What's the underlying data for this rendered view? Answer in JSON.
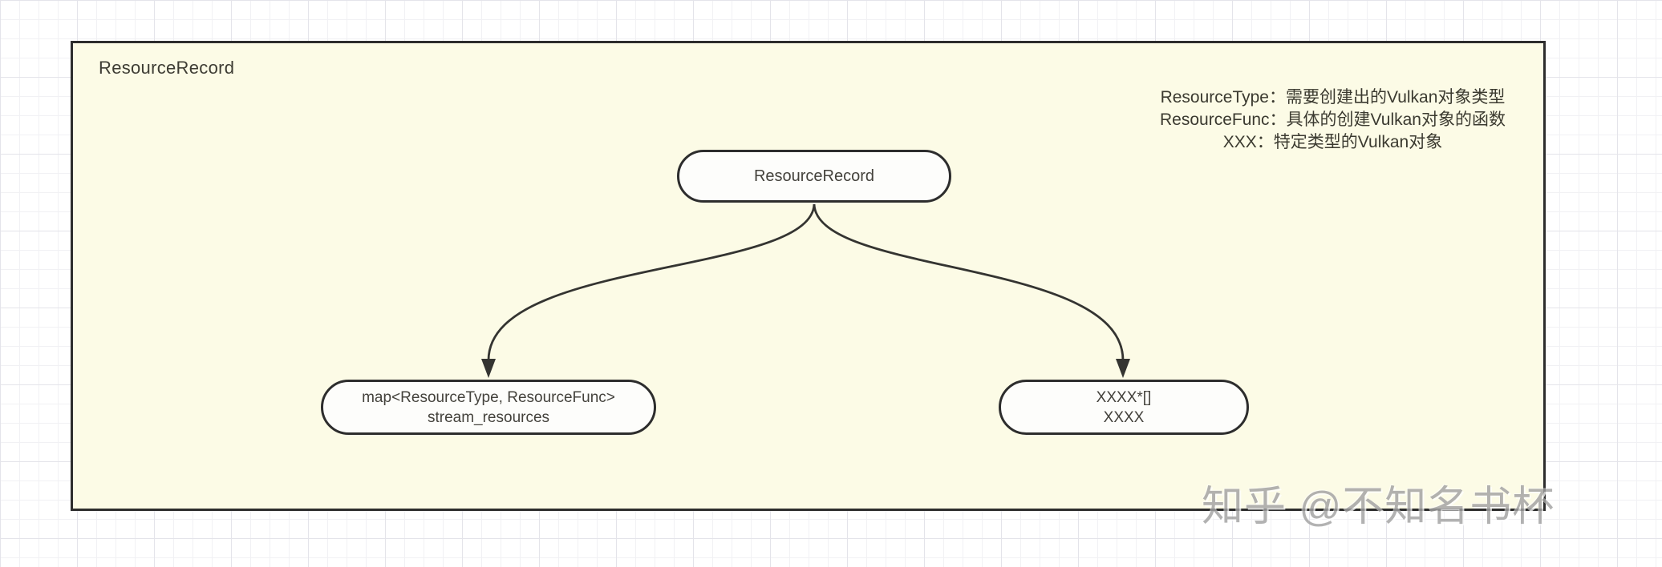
{
  "panel": {
    "title": "ResourceRecord"
  },
  "legend": {
    "lines": [
      "ResourceType：需要创建出的Vulkan对象类型",
      "ResourceFunc：具体的创建Vulkan对象的函数",
      "XXX：特定类型的Vulkan对象"
    ]
  },
  "nodes": {
    "root": {
      "label": "ResourceRecord"
    },
    "left": {
      "line1": "map<ResourceType, ResourceFunc>",
      "line2": "stream_resources"
    },
    "right": {
      "line1": "XXXX*[]",
      "line2": "XXXX"
    }
  },
  "watermark": {
    "text": "知乎 @不知名书杯"
  },
  "colors": {
    "panel_fill": "#fcfbe6",
    "stroke": "#2d2d2d",
    "node_fill": "#fdfdfb",
    "text": "#3b3a30",
    "grid_line": "#f1f1f4",
    "grid_line_major": "#e4e4ea",
    "watermark": "#a2a2a2"
  }
}
